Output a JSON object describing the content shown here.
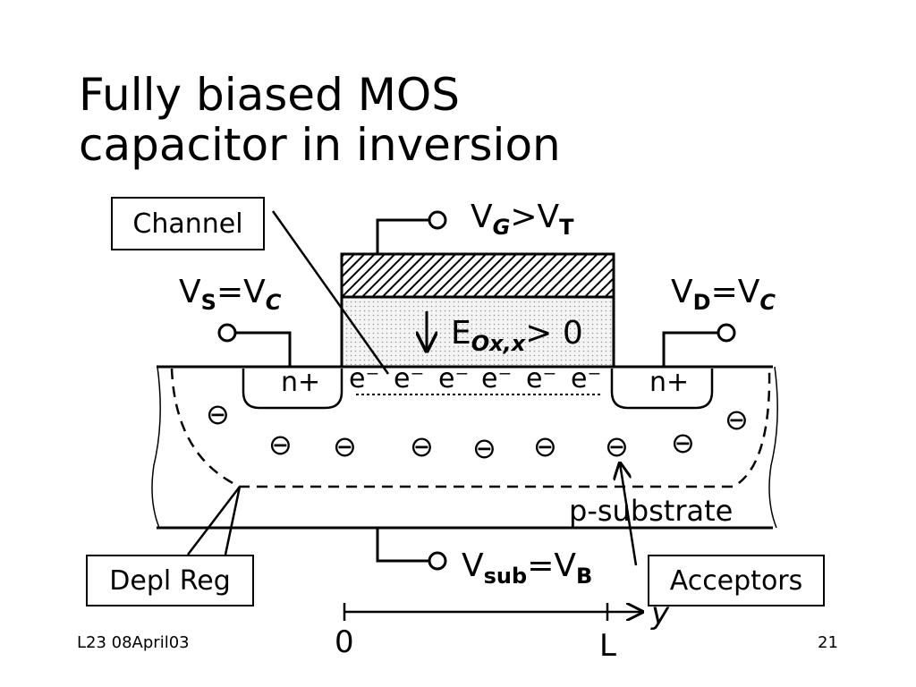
{
  "slide": {
    "title_line1": "Fully biased MOS",
    "title_line2": "capacitor in inversion",
    "footer_left": "L23 08April03",
    "footer_right": "21"
  },
  "labels": {
    "channel": "Channel",
    "depl_reg": "Depl Reg",
    "acceptors": "Acceptors",
    "p_substrate": "p-substrate",
    "n_plus_left": "n+",
    "n_plus_right": "n+",
    "electrons": [
      "e⁻",
      "e⁻",
      "e⁻",
      "e⁻",
      "e⁻",
      "e⁻"
    ],
    "acceptor_symbol": "⊖"
  },
  "voltages": {
    "gate": {
      "main": "V",
      "sub": "G",
      "rest": ">V",
      "sub2": "T"
    },
    "source": {
      "main": "V",
      "sub": "S",
      "rest": "=V",
      "sub2": "C"
    },
    "drain": {
      "main": "V",
      "sub": "D",
      "rest": "=V",
      "sub2": "C"
    },
    "substrate": {
      "main": "V",
      "sub": "sub",
      "rest": "=V",
      "sub2": "B"
    }
  },
  "field": {
    "main": "E",
    "sub": "Ox,x",
    "rest": "> 0"
  },
  "axis": {
    "start": "0",
    "end": "L",
    "var": "y"
  }
}
